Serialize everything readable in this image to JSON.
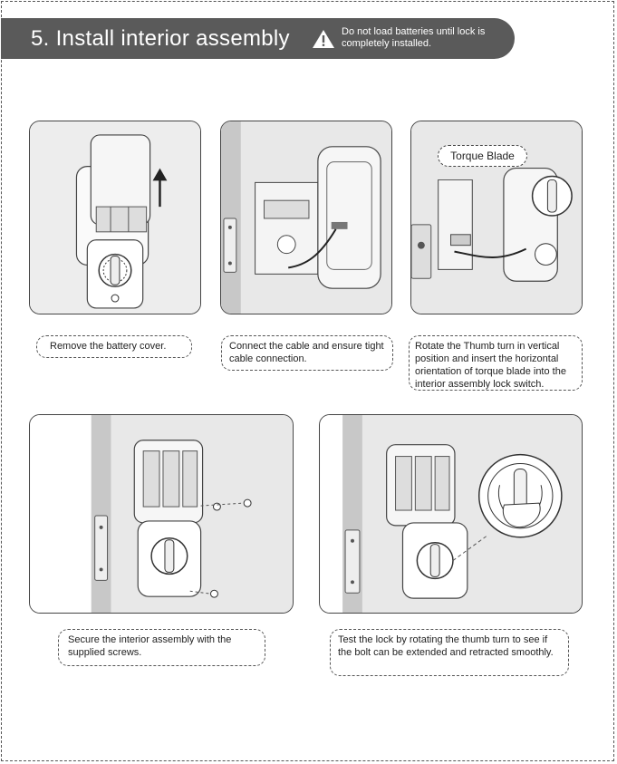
{
  "header": {
    "title": "5. Install interior assembly",
    "warning": "Do not load batteries until lock is completely installed."
  },
  "steps": [
    {
      "caption": "Remove the battery cover."
    },
    {
      "caption": "Connect the cable and ensure tight cable connection."
    },
    {
      "caption": "Rotate the Thumb turn in vertical position and insert the horizontal orientation of torque blade into the interior assembly lock switch.",
      "label": "Torque Blade"
    },
    {
      "caption": "Secure the interior assembly with the supplied screws."
    },
    {
      "caption": "Test the lock by rotating the thumb turn to see if the bolt can be extended and retracted smoothly."
    }
  ],
  "colors": {
    "header_bg": "#5a5a5a",
    "panel_bg": "#e8e8e8",
    "door_edge": "#c8c8c8"
  }
}
